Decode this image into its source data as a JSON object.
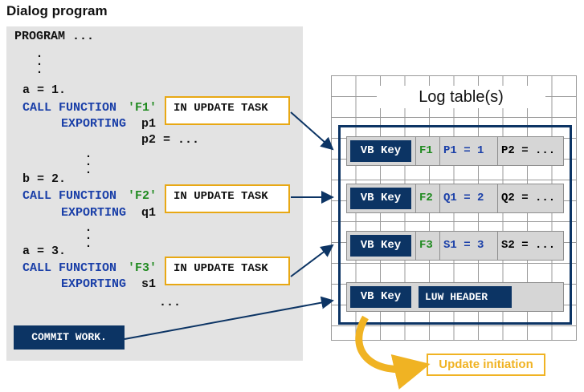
{
  "title": "Dialog program",
  "code": {
    "program": "PROGRAM ...",
    "a1": "a = 1.",
    "call": "CALL FUNCTION",
    "f1": "'F1'",
    "exp": "EXPORTING",
    "p1": "p1",
    "p2": "p2 = ...",
    "b2": "b = 2.",
    "f2": "'F2'",
    "q1": "q1",
    "a3": "a = 3.",
    "f3": "'F3'",
    "s1": "s1",
    "ellipsis": "...",
    "update_task": "IN UPDATE TASK",
    "commit": "COMMIT WORK."
  },
  "log": {
    "title": "Log table(s)",
    "vbkey": "VB Key",
    "rows": [
      {
        "f": "F1",
        "k": "P1 = 1",
        "n": "P2 = ..."
      },
      {
        "f": "F2",
        "k": "Q1 = 2",
        "n": "Q2 = ..."
      },
      {
        "f": "F3",
        "k": "S1 = 3",
        "n": "S2 = ..."
      }
    ],
    "luw": "LUW HEADER"
  },
  "update_initiation": "Update initiation",
  "colors": {
    "navy": "#0c3464",
    "amber": "#e8a814",
    "blue_keyword": "#1a3fa8",
    "green_literal": "#1f8a1f"
  }
}
